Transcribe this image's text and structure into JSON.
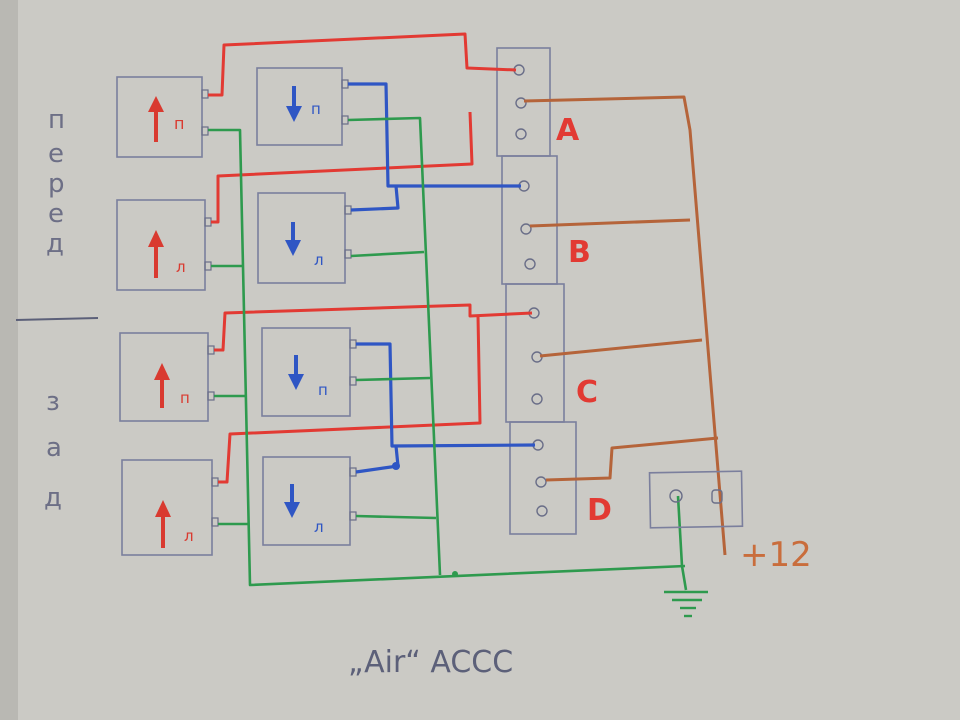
{
  "side_labels": {
    "front": [
      "п",
      "е",
      "р",
      "е",
      "д"
    ],
    "rear": [
      "з",
      "а",
      "д"
    ]
  },
  "modules": {
    "up": [
      {
        "arrow": "up-arrow",
        "letter": "п"
      },
      {
        "arrow": "up-arrow",
        "letter": "л"
      },
      {
        "arrow": "up-arrow",
        "letter": "п"
      },
      {
        "arrow": "up-arrow",
        "letter": "л"
      }
    ],
    "down": [
      {
        "arrow": "down-arrow",
        "letter": "п"
      },
      {
        "arrow": "down-arrow",
        "letter": "л"
      },
      {
        "arrow": "down-arrow",
        "letter": "п"
      },
      {
        "arrow": "down-arrow",
        "letter": "л"
      }
    ]
  },
  "groups": [
    "A",
    "B",
    "C",
    "D"
  ],
  "supply_label": "+12",
  "caption": "„Air“ ACCC",
  "colors": {
    "paper": "#c9c8c3",
    "ink_box": "#7b7f9d",
    "red": "#e23a33",
    "blue": "#2f56c4",
    "green": "#2e9a4e",
    "brown": "#b5643a"
  }
}
